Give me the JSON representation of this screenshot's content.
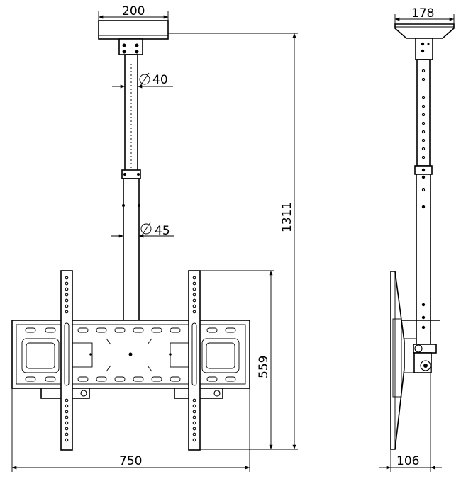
{
  "dimensions": {
    "top_plate_width_front": "200",
    "top_plate_width_side": "178",
    "upper_pole_diameter": "40",
    "lower_pole_diameter": "45",
    "total_height": "1311",
    "bracket_height": "559",
    "bracket_width": "750",
    "depth": "106",
    "diameter_symbol": "⌀"
  }
}
